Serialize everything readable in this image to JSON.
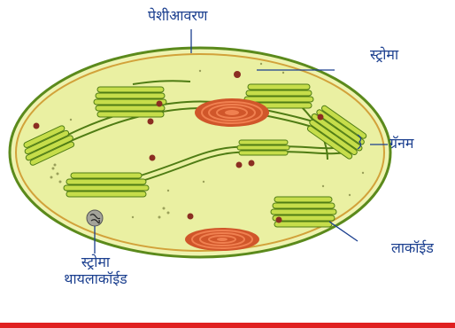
{
  "diagram": {
    "labels": {
      "envelope": "पेशीआवरण",
      "stroma": "स्ट्रोमा",
      "granum": "ग्रॅनम",
      "thylakoid": "लाकॉईड",
      "stroma_thylakoid_line1": "स्ट्रोमा",
      "stroma_thylakoid_line2": "थायलाकॉईड"
    },
    "colors": {
      "label_text": "#1b3f8f",
      "leader_line": "#1b3f8f",
      "outer_membrane": "#5b8a1c",
      "inner_membrane": "#d2a23a",
      "stroma_fill": "#eaf0a2",
      "thylakoid_fill": "#c6dd4a",
      "thylakoid_stroke": "#4f7c14",
      "starch_outer": "#d0562a",
      "starch_inner": "#f08050",
      "dots": "#8b2e22",
      "bottom_bar": "#e02020"
    }
  }
}
